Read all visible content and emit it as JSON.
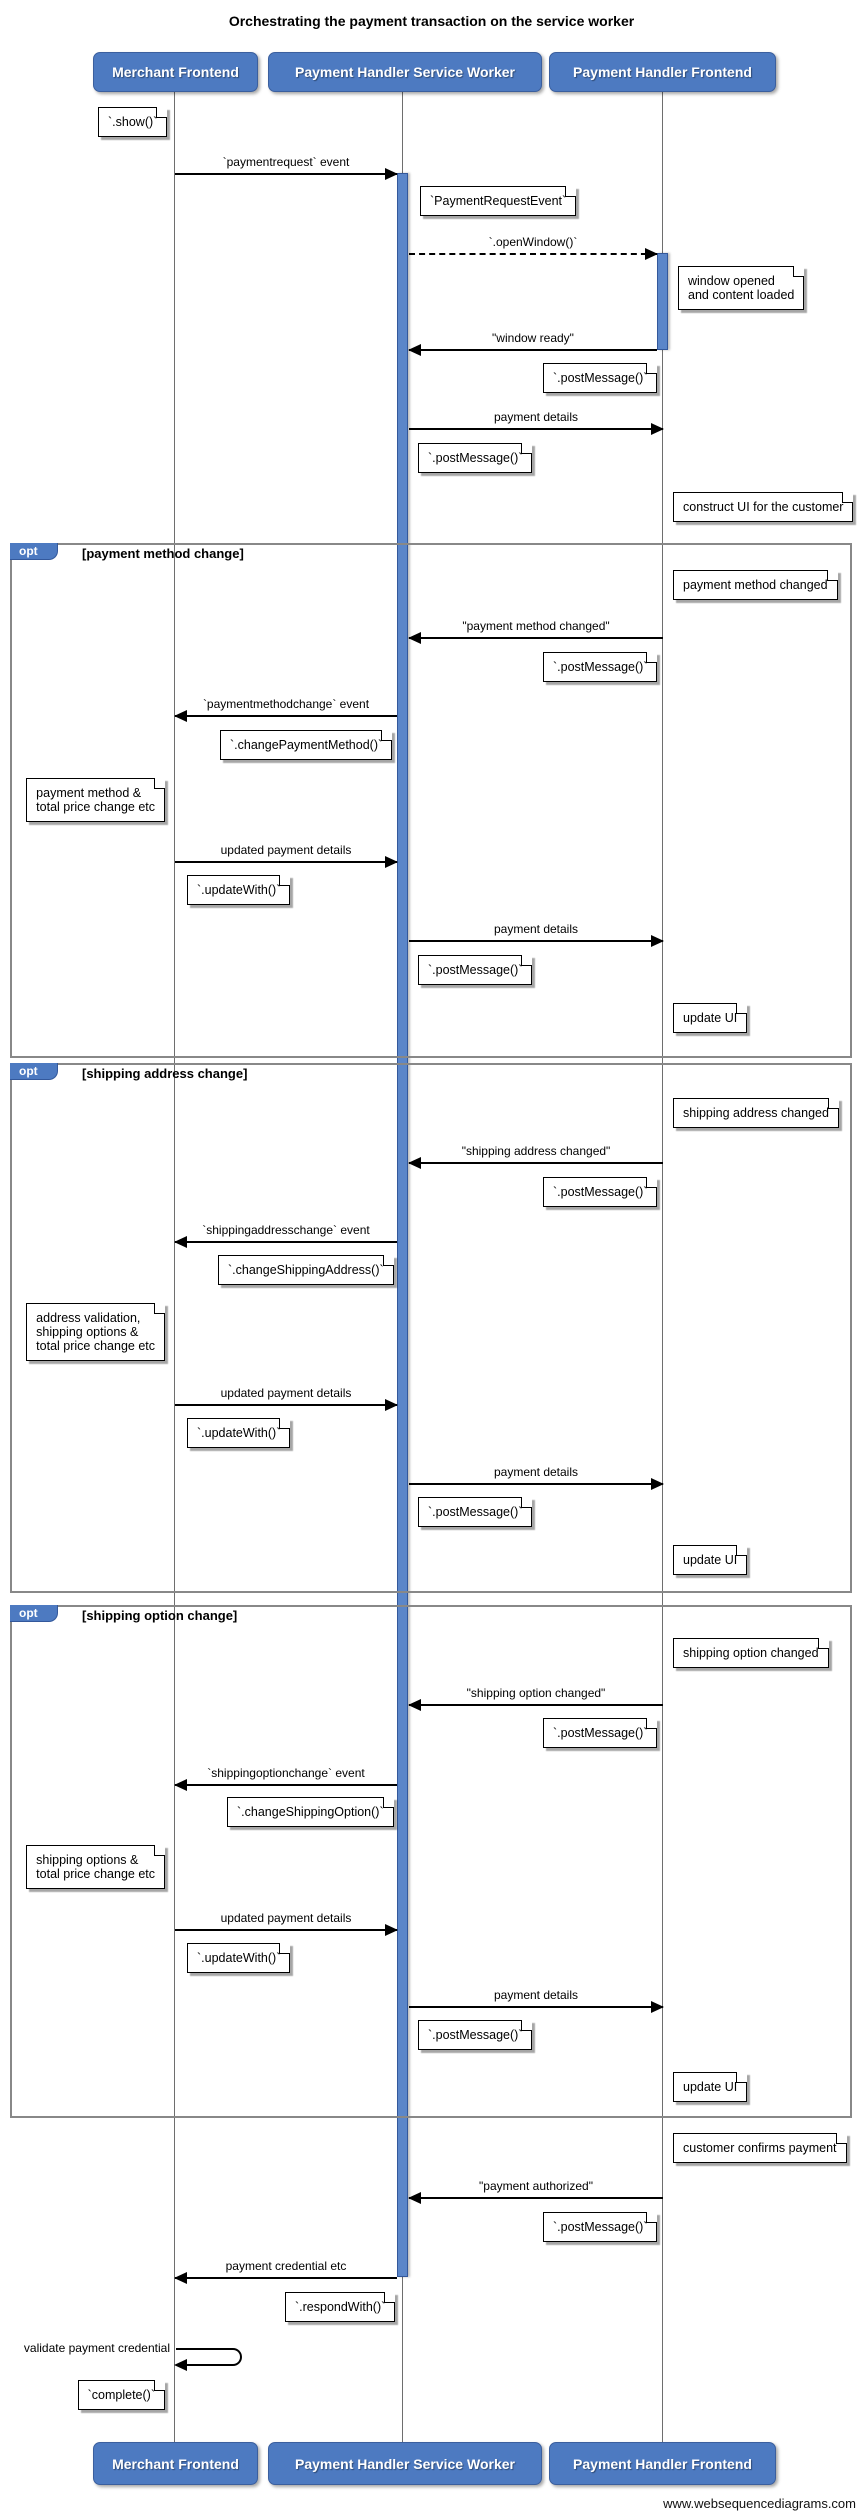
{
  "title": "Orchestrating the payment transaction on the service worker",
  "watermark": "www.websequencediagrams.com",
  "participants": {
    "merchant": "Merchant Frontend",
    "service_worker": "Payment Handler Service Worker",
    "frontend": "Payment Handler Frontend"
  },
  "fragments": {
    "opt_label": "opt",
    "payment_method": "[payment method change]",
    "shipping_address": "[shipping address change]",
    "shipping_option": "[shipping option change]"
  },
  "messages": {
    "paymentrequest_event": "`paymentrequest` event",
    "open_window": "`.openWindow()`",
    "window_ready": "\"window ready\"",
    "payment_details": "payment details",
    "payment_method_changed": "\"payment method changed\"",
    "paymentmethodchange_event": "`paymentmethodchange` event",
    "updated_payment_details": "updated payment details",
    "shipping_address_changed": "\"shipping address changed\"",
    "shippingaddresschange_event": "`shippingaddresschange` event",
    "shipping_option_changed": "\"shipping option changed\"",
    "shippingoptionchange_event": "`shippingoptionchange` event",
    "payment_authorized": "\"payment authorized\"",
    "payment_credential": "payment credential etc",
    "validate_payment_credential": "validate payment credential"
  },
  "notes": {
    "show": "`.show()`",
    "payment_request_event": "`PaymentRequestEvent`",
    "window_opened": "window opened\nand content loaded",
    "post_message": "`.postMessage()`",
    "construct_ui": "construct UI for the customer",
    "payment_method_changed": "payment method changed",
    "change_payment_method": "`.changePaymentMethod()`",
    "payment_method_total": "payment method &\ntotal price change etc",
    "update_with": "`.updateWith()`",
    "update_ui": "update UI",
    "shipping_address_changed": "shipping address changed",
    "change_shipping_address": "`.changeShippingAddress()`",
    "address_validation": "address validation,\nshipping options &\ntotal price change etc",
    "shipping_option_changed": "shipping option changed",
    "change_shipping_option": "`.changeShippingOption()`",
    "shipping_options_total": "shipping options &\ntotal price change etc",
    "customer_confirms": "customer confirms payment",
    "respond_with": "`.respondWith()`",
    "complete": "`complete()`"
  },
  "colors": {
    "participant_fill": "#4d7ac1",
    "activation_fill": "#5b86c9",
    "frame_border": "#888888",
    "text": "#000000"
  }
}
